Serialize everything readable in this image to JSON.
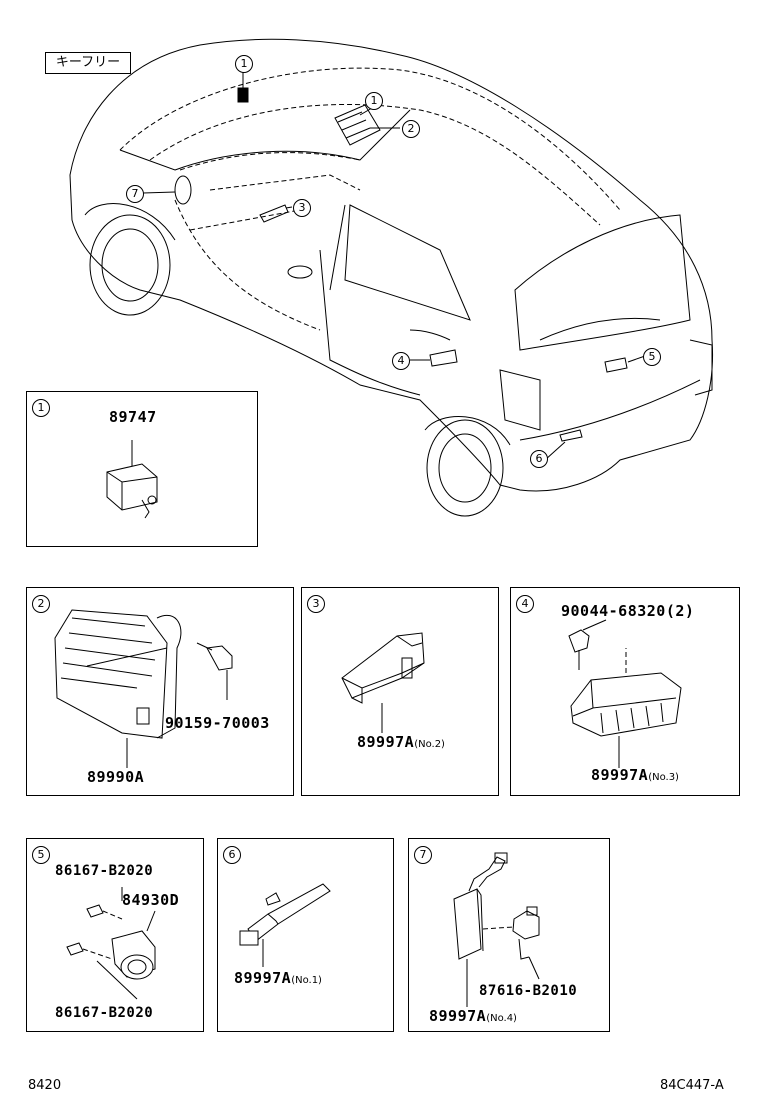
{
  "header": {
    "tag_label": "キーフリー"
  },
  "callouts": [
    "1",
    "2",
    "3",
    "4",
    "5",
    "6",
    "7"
  ],
  "panels": {
    "p1": {
      "number": "1",
      "parts": [
        "89747"
      ]
    },
    "p2": {
      "number": "2",
      "parts": [
        "90159-70003",
        "89990A"
      ]
    },
    "p3": {
      "number": "3",
      "part": "89997A",
      "note": "(No.2)"
    },
    "p4": {
      "number": "4",
      "parts": [
        "90044-68320(2)"
      ],
      "part": "89997A",
      "note": "(No.3)"
    },
    "p5": {
      "number": "5",
      "parts": [
        "86167-B2020",
        "84930D",
        "86167-B2020"
      ]
    },
    "p6": {
      "number": "6",
      "part": "89997A",
      "note": "(No.1)"
    },
    "p7": {
      "number": "7",
      "parts": [
        "87616-B2010"
      ],
      "part": "89997A",
      "note": "(No.4)"
    }
  },
  "footer": {
    "left_code": "8420",
    "right_code": "84C447-A"
  }
}
